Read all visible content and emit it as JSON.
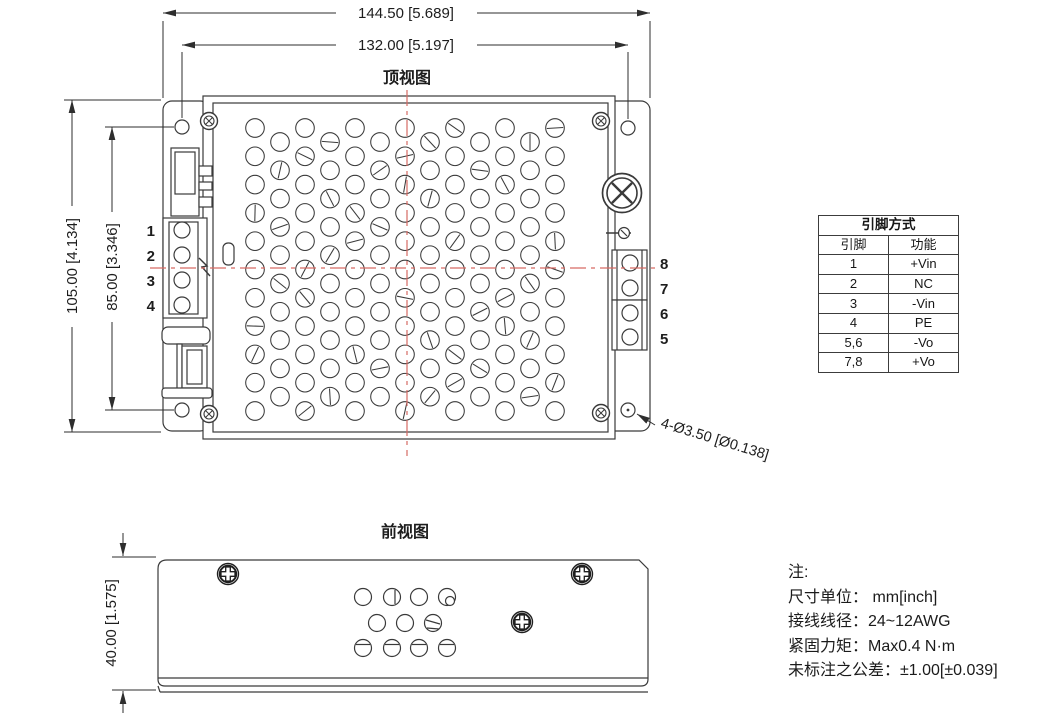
{
  "drawing": {
    "top_view": {
      "title": "顶视图",
      "dims": {
        "overall_width": "144.50 [5.689]",
        "hole_spacing_width": "132.00 [5.197]",
        "overall_height": "105.00 [4.134]",
        "hole_spacing_height": "85.00 [3.346]"
      },
      "mounting_hole_callout": "4-Ø3.50 [Ø0.138]",
      "left_pins": [
        "1",
        "2",
        "3",
        "4"
      ],
      "right_pins": [
        "8",
        "7",
        "6",
        "5"
      ]
    },
    "front_view": {
      "title": "前视图",
      "dims": {
        "height": "40.00 [1.575]"
      }
    }
  },
  "pin_table": {
    "title": "引脚方式",
    "headers": [
      "引脚",
      "功能"
    ],
    "rows": [
      [
        "1",
        "+Vin"
      ],
      [
        "2",
        "NC"
      ],
      [
        "3",
        "-Vin"
      ],
      [
        "4",
        "PE"
      ],
      [
        "5,6",
        "-Vo"
      ],
      [
        "7,8",
        "+Vo"
      ]
    ]
  },
  "notes": {
    "label": "注:",
    "lines": [
      "尺寸单位： mm[inch]",
      "接线线径：24~12AWG",
      "紧固力矩：Max0.4 N·m",
      "未标注之公差：±1.00[±0.039]"
    ]
  },
  "colors": {
    "centerline_red": "#d66a63",
    "line_dark": "#3a3a3a",
    "background": "#ffffff"
  }
}
